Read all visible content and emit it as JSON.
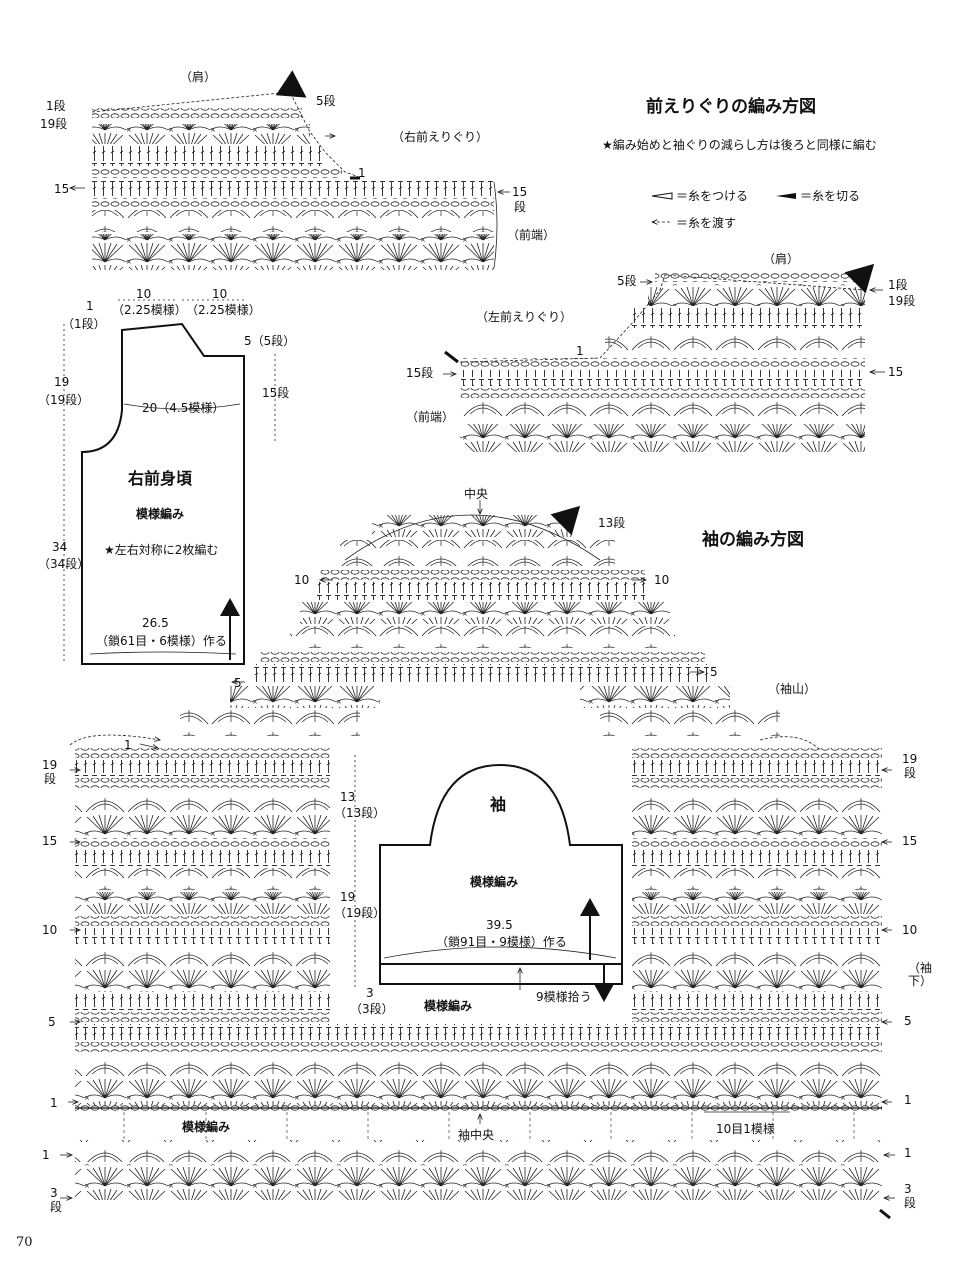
{
  "titles": {
    "front_neck": "前えりぐりの編み方図",
    "sleeve": "袖の編み方図"
  },
  "notes": {
    "front_neck_rule": "★編み始めと袖ぐりの減らし方は後ろと同様に編む"
  },
  "legend": {
    "attach": "＝糸をつける",
    "cut": "＝糸を切る",
    "carry": "＝糸を渡す"
  },
  "right_front_chart": {
    "shoulder": "（肩）",
    "row1": "1段",
    "row19": "19段",
    "row5": "5段",
    "neck": "（右前えりぐり）",
    "mark1": "1",
    "row15_left": "15",
    "row15_right": "15",
    "row15_right_sub": "段",
    "front_edge": "（前端）"
  },
  "left_front_chart": {
    "shoulder": "（肩）",
    "row5": "5段",
    "row1": "1段",
    "row19": "19段",
    "neck": "（左前えりぐり）",
    "mark1": "1",
    "row15_left": "15段",
    "row15_right": "15",
    "front_edge": "（前端）"
  },
  "schematic_front": {
    "title": "右前身頃",
    "pattern": "模様編み",
    "note": "★左右対称に2枚編む",
    "w_top1": "10",
    "w_top1_sub": "（2.25模様）",
    "w_top2": "10",
    "w_top2_sub": "（2.25模様）",
    "h_top": "1",
    "h_top_sub": "（1段）",
    "h_mid": "19",
    "h_mid_sub": "（19段）",
    "h_low": "34",
    "h_low_sub": "（34段）",
    "neck_h": "5（5段）",
    "neck_rows": "15段",
    "chest": "20（4.5模様）",
    "width": "26.5",
    "cast_on": "（鎖61目・6模様）作る"
  },
  "sleeve_chart": {
    "center": "中央",
    "row13": "13段",
    "row10_left": "10",
    "row10_right": "10",
    "row5_left": "5",
    "row5_right": "5",
    "cap": "（袖山）",
    "row1_cap": "1",
    "row19_left": "19",
    "row19_left_sub": "段",
    "row19_right": "19",
    "row19_right_sub": "段",
    "row15_left": "15",
    "row15_right": "15",
    "row10b_left": "10",
    "row10b_right": "10",
    "row5b_left": "5",
    "row5b_right": "5",
    "row1_left": "1",
    "row1_right": "1",
    "underarm": "（袖下）",
    "pattern_label": "模様編み",
    "sleeve_center": "袖中央",
    "repeat": "10目1模様",
    "border_row1_left": "1",
    "border_row1_right": "1",
    "border_row3_left": "3",
    "border_row3_left_sub": "段",
    "border_row3_right": "3",
    "border_row3_right_sub": "段"
  },
  "schematic_sleeve": {
    "title": "袖",
    "pattern": "模様編み",
    "h1": "13",
    "h1_sub": "（13段）",
    "h2": "19",
    "h2_sub": "（19段）",
    "h3": "3",
    "h3_sub": "（3段）",
    "width": "39.5",
    "cast_on": "（鎖91目・9模様）作る",
    "pickup": "9模様拾う",
    "border_pattern": "模様編み"
  },
  "page_number": "70"
}
